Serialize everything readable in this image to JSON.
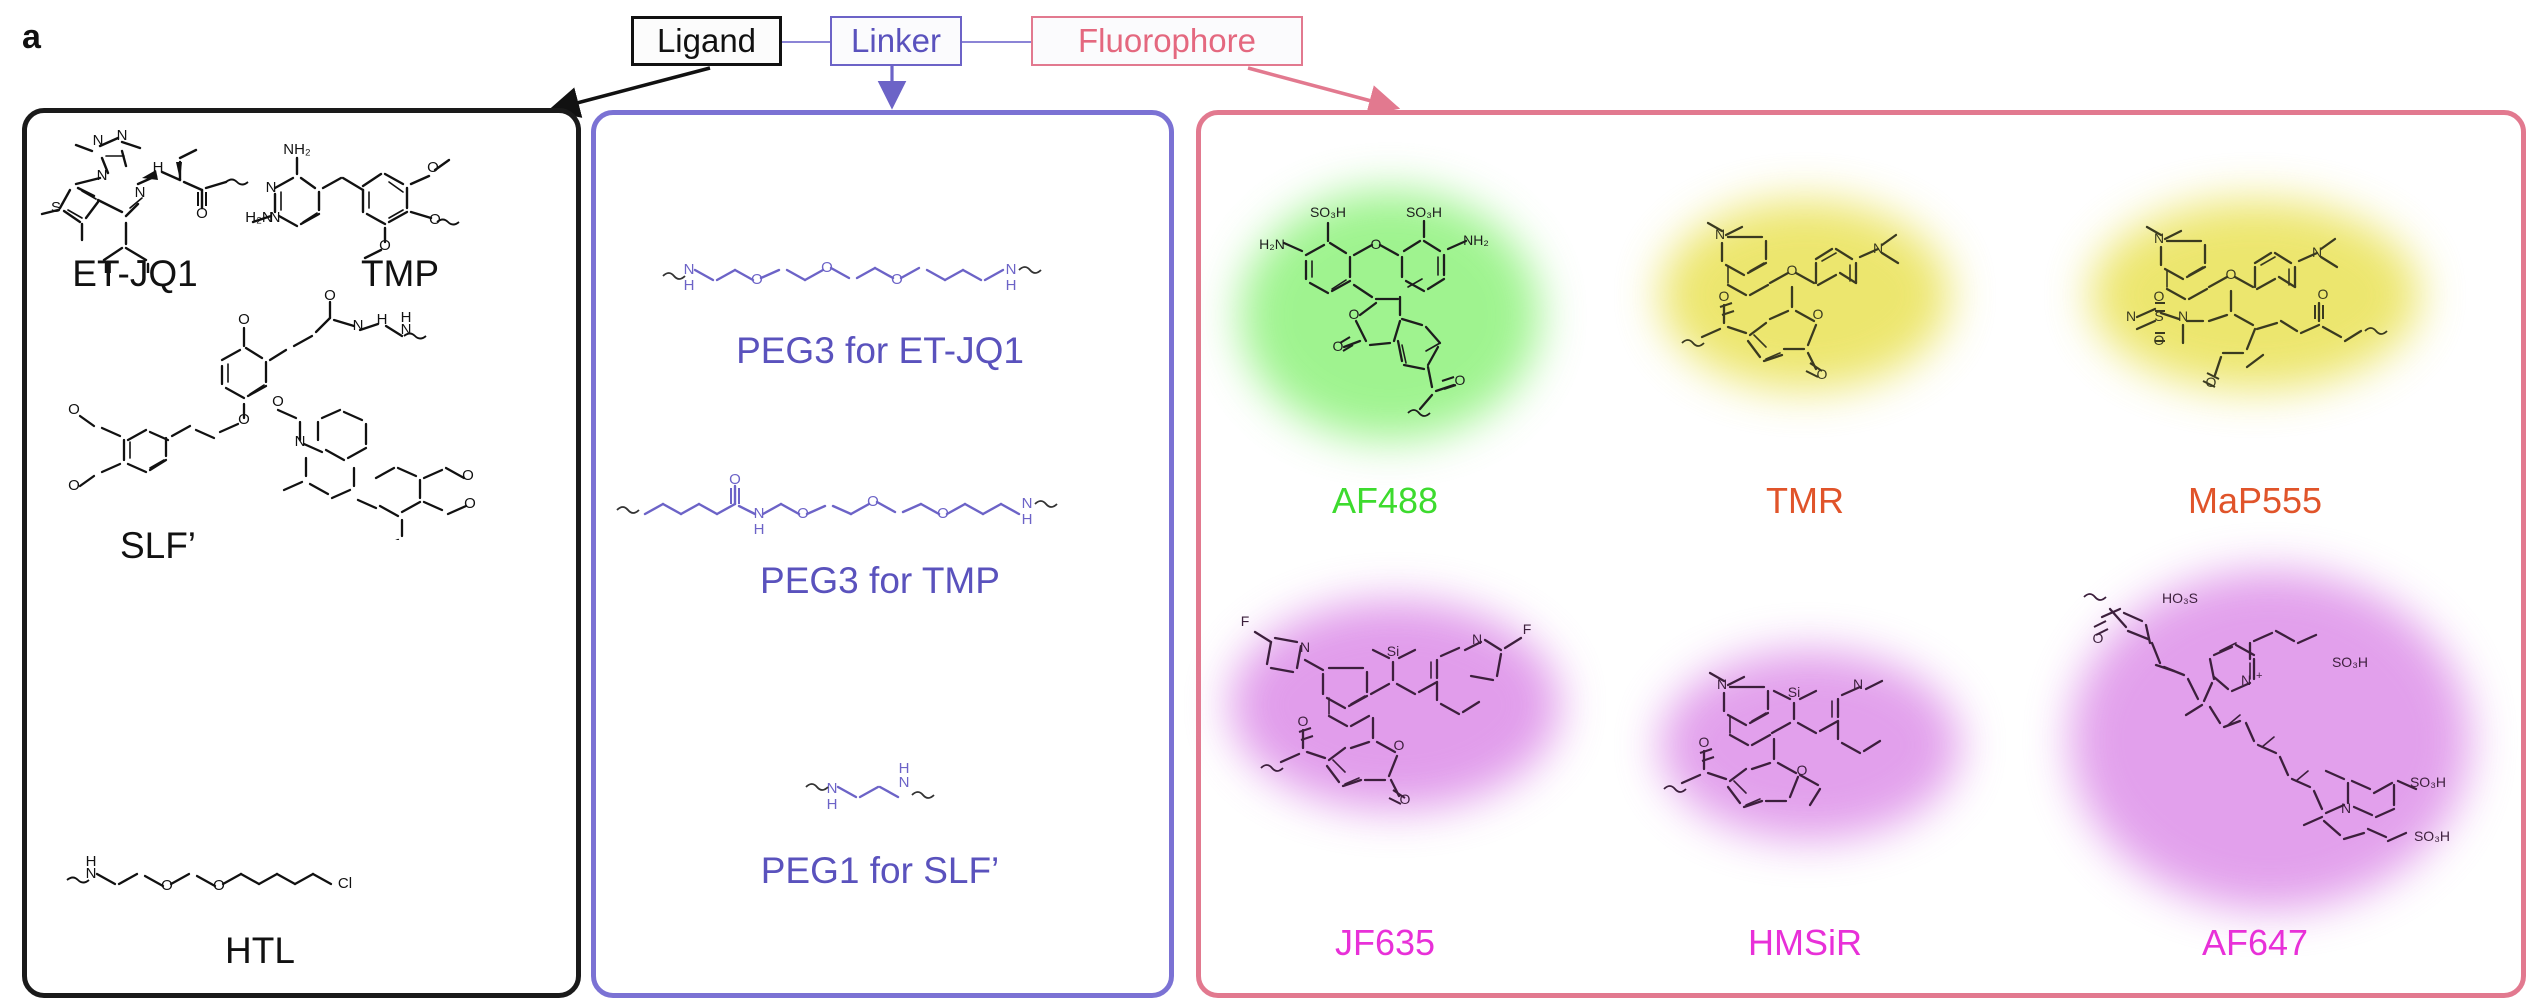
{
  "figure": {
    "panel_letter": "a",
    "type": "chemical-probe-modular-design"
  },
  "flow": {
    "boxes": [
      {
        "id": "ligand",
        "label": "Ligand",
        "color": "#111111",
        "border": "#111111"
      },
      {
        "id": "linker",
        "label": "Linker",
        "color": "#5a52bd",
        "border": "#6c63c7"
      },
      {
        "id": "fluorophore",
        "label": "Fluorophore",
        "color": "#e4687f",
        "border": "#e2798f"
      }
    ],
    "arrows": [
      {
        "id": "ligand-arrow",
        "color": "#111111",
        "direction": "down-left"
      },
      {
        "id": "linker-arrow",
        "color": "#6c63c7",
        "direction": "down"
      },
      {
        "id": "fluorophore-arrow",
        "color": "#e2798f",
        "direction": "down-right"
      }
    ]
  },
  "ligand_panel": {
    "border_color": "#1a1a1a",
    "items": [
      {
        "name": "ET-JQ1",
        "label": "ET-JQ1",
        "description": "thienotriazolodiazepine with 4-chlorophenyl and ethyl ketone handle"
      },
      {
        "name": "TMP",
        "label": "TMP",
        "description": "2,4-diaminopyrimidine linked to 3,4,5-trimethoxybenzyl"
      },
      {
        "name": "SLF'",
        "label": "SLF’",
        "description": "synthetic ligand of FKBP, pipecolyl ester with dimethoxyphenyl and trimethoxyphenyl"
      },
      {
        "name": "HTL",
        "label": "HTL",
        "description": "HaloTag ligand, chloroalkane with diethylene glycol and amine"
      }
    ]
  },
  "linker_panel": {
    "border_color": "#7b72d4",
    "text_color": "#5a52bd",
    "items": [
      {
        "name": "peg3-et-jq1",
        "label": "PEG3 for ET-JQ1",
        "description": "triethylene glycol diamine"
      },
      {
        "name": "peg3-tmp",
        "label": "PEG3 for TMP",
        "description": "valeramide capped triethylene glycol amine"
      },
      {
        "name": "peg1-slf",
        "label": "PEG1 for SLF’",
        "description": "ethylenediamine"
      }
    ]
  },
  "fluorophore_panel": {
    "border_color": "#e2798f",
    "items": [
      {
        "name": "AF488",
        "label": "AF488",
        "label_color": "#3ddb2e",
        "glow_color": "#7ff06a",
        "substituents": [
          "SO3H",
          "SO3H",
          "H2N",
          "NH2",
          "O"
        ]
      },
      {
        "name": "TMR",
        "label": "TMR",
        "label_color": "#e0542a",
        "glow_color": "#e8e04a",
        "substituents": [
          "N",
          "N",
          "O",
          "O"
        ]
      },
      {
        "name": "MaP555",
        "label": "MaP555",
        "label_color": "#e0542a",
        "glow_color": "#e8e04a",
        "substituents": [
          "N",
          "N",
          "S",
          "O",
          "O"
        ]
      },
      {
        "name": "JF635",
        "label": "JF635",
        "label_color": "#e830d8",
        "glow_color": "#dc8ce8",
        "substituents": [
          "F",
          "F",
          "N",
          "N",
          "Si",
          "O"
        ]
      },
      {
        "name": "HMSiR",
        "label": "HMSiR",
        "label_color": "#e830d8",
        "glow_color": "#dc8ce8",
        "substituents": [
          "N",
          "N",
          "Si",
          "O"
        ]
      },
      {
        "name": "AF647",
        "label": "AF647",
        "label_color": "#e830d8",
        "glow_color": "#dc8ce8",
        "substituents": [
          "HO3S",
          "SO3H",
          "SO3H",
          "SO3H",
          "N+",
          "N"
        ]
      }
    ]
  },
  "atom_labels": {
    "n": "N",
    "o": "O",
    "s": "S",
    "si": "Si",
    "f": "F",
    "cl": "Cl",
    "h": "H",
    "nh2": "NH₂",
    "h2n": "H₂N",
    "so3h": "SO₃H",
    "ho3s": "HO₃S",
    "nplus": "N"
  }
}
